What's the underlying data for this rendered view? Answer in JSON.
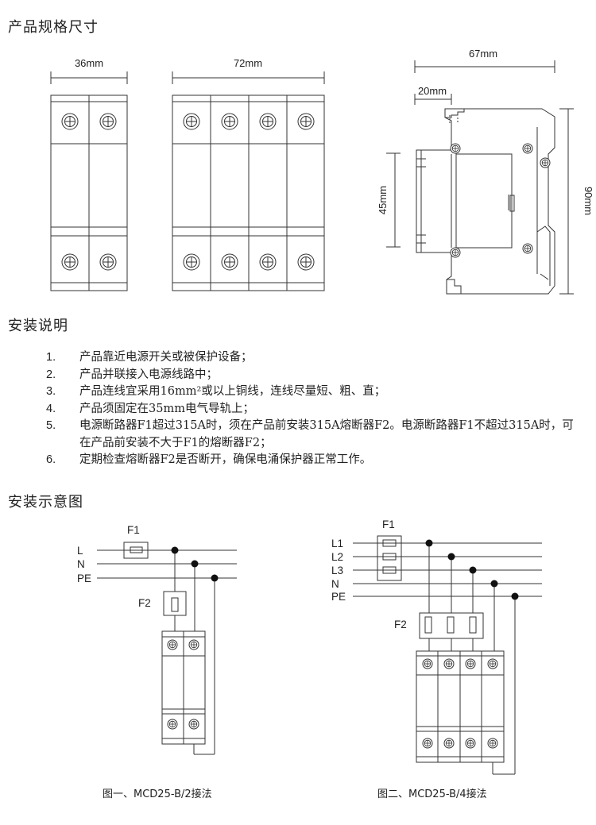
{
  "sections": {
    "dimensions_title": "产品规格尺寸",
    "instructions_title": "安装说明",
    "diagram_title": "安装示意图"
  },
  "dimensions": {
    "width_2p": "36mm",
    "width_4p": "72mm",
    "depth": "67mm",
    "front": "20mm",
    "rail": "45mm",
    "height": "90mm"
  },
  "instructions": [
    {
      "num": "1.",
      "text": "产品靠近电源开关或被保护设备；"
    },
    {
      "num": "2.",
      "text": "产品并联接入电源线路中；"
    },
    {
      "num": "3.",
      "text": "产品连线宜采用16mm²或以上铜线，连线尽量短、粗、直；"
    },
    {
      "num": "4.",
      "text": "产品须固定在35mm电气导轨上；"
    },
    {
      "num": "5.",
      "text": "电源断路器F1超过315A时，须在产品前安装315A熔断器F2。电源断路器F1不超过315A时，可在产品前安装不大于F1的熔断器F2；"
    },
    {
      "num": "6.",
      "text": "定期检查熔断器F2是否断开，确保电涌保护器正常工作。"
    }
  ],
  "diagram1": {
    "f1": "F1",
    "f2": "F2",
    "lines": [
      "L",
      "N",
      "PE"
    ],
    "caption": "图一、MCD25-B/2接法"
  },
  "diagram2": {
    "f1": "F1",
    "f2": "F2",
    "lines": [
      "L1",
      "L2",
      "L3",
      "N",
      "PE"
    ],
    "caption": "图二、MCD25-B/4接法"
  }
}
